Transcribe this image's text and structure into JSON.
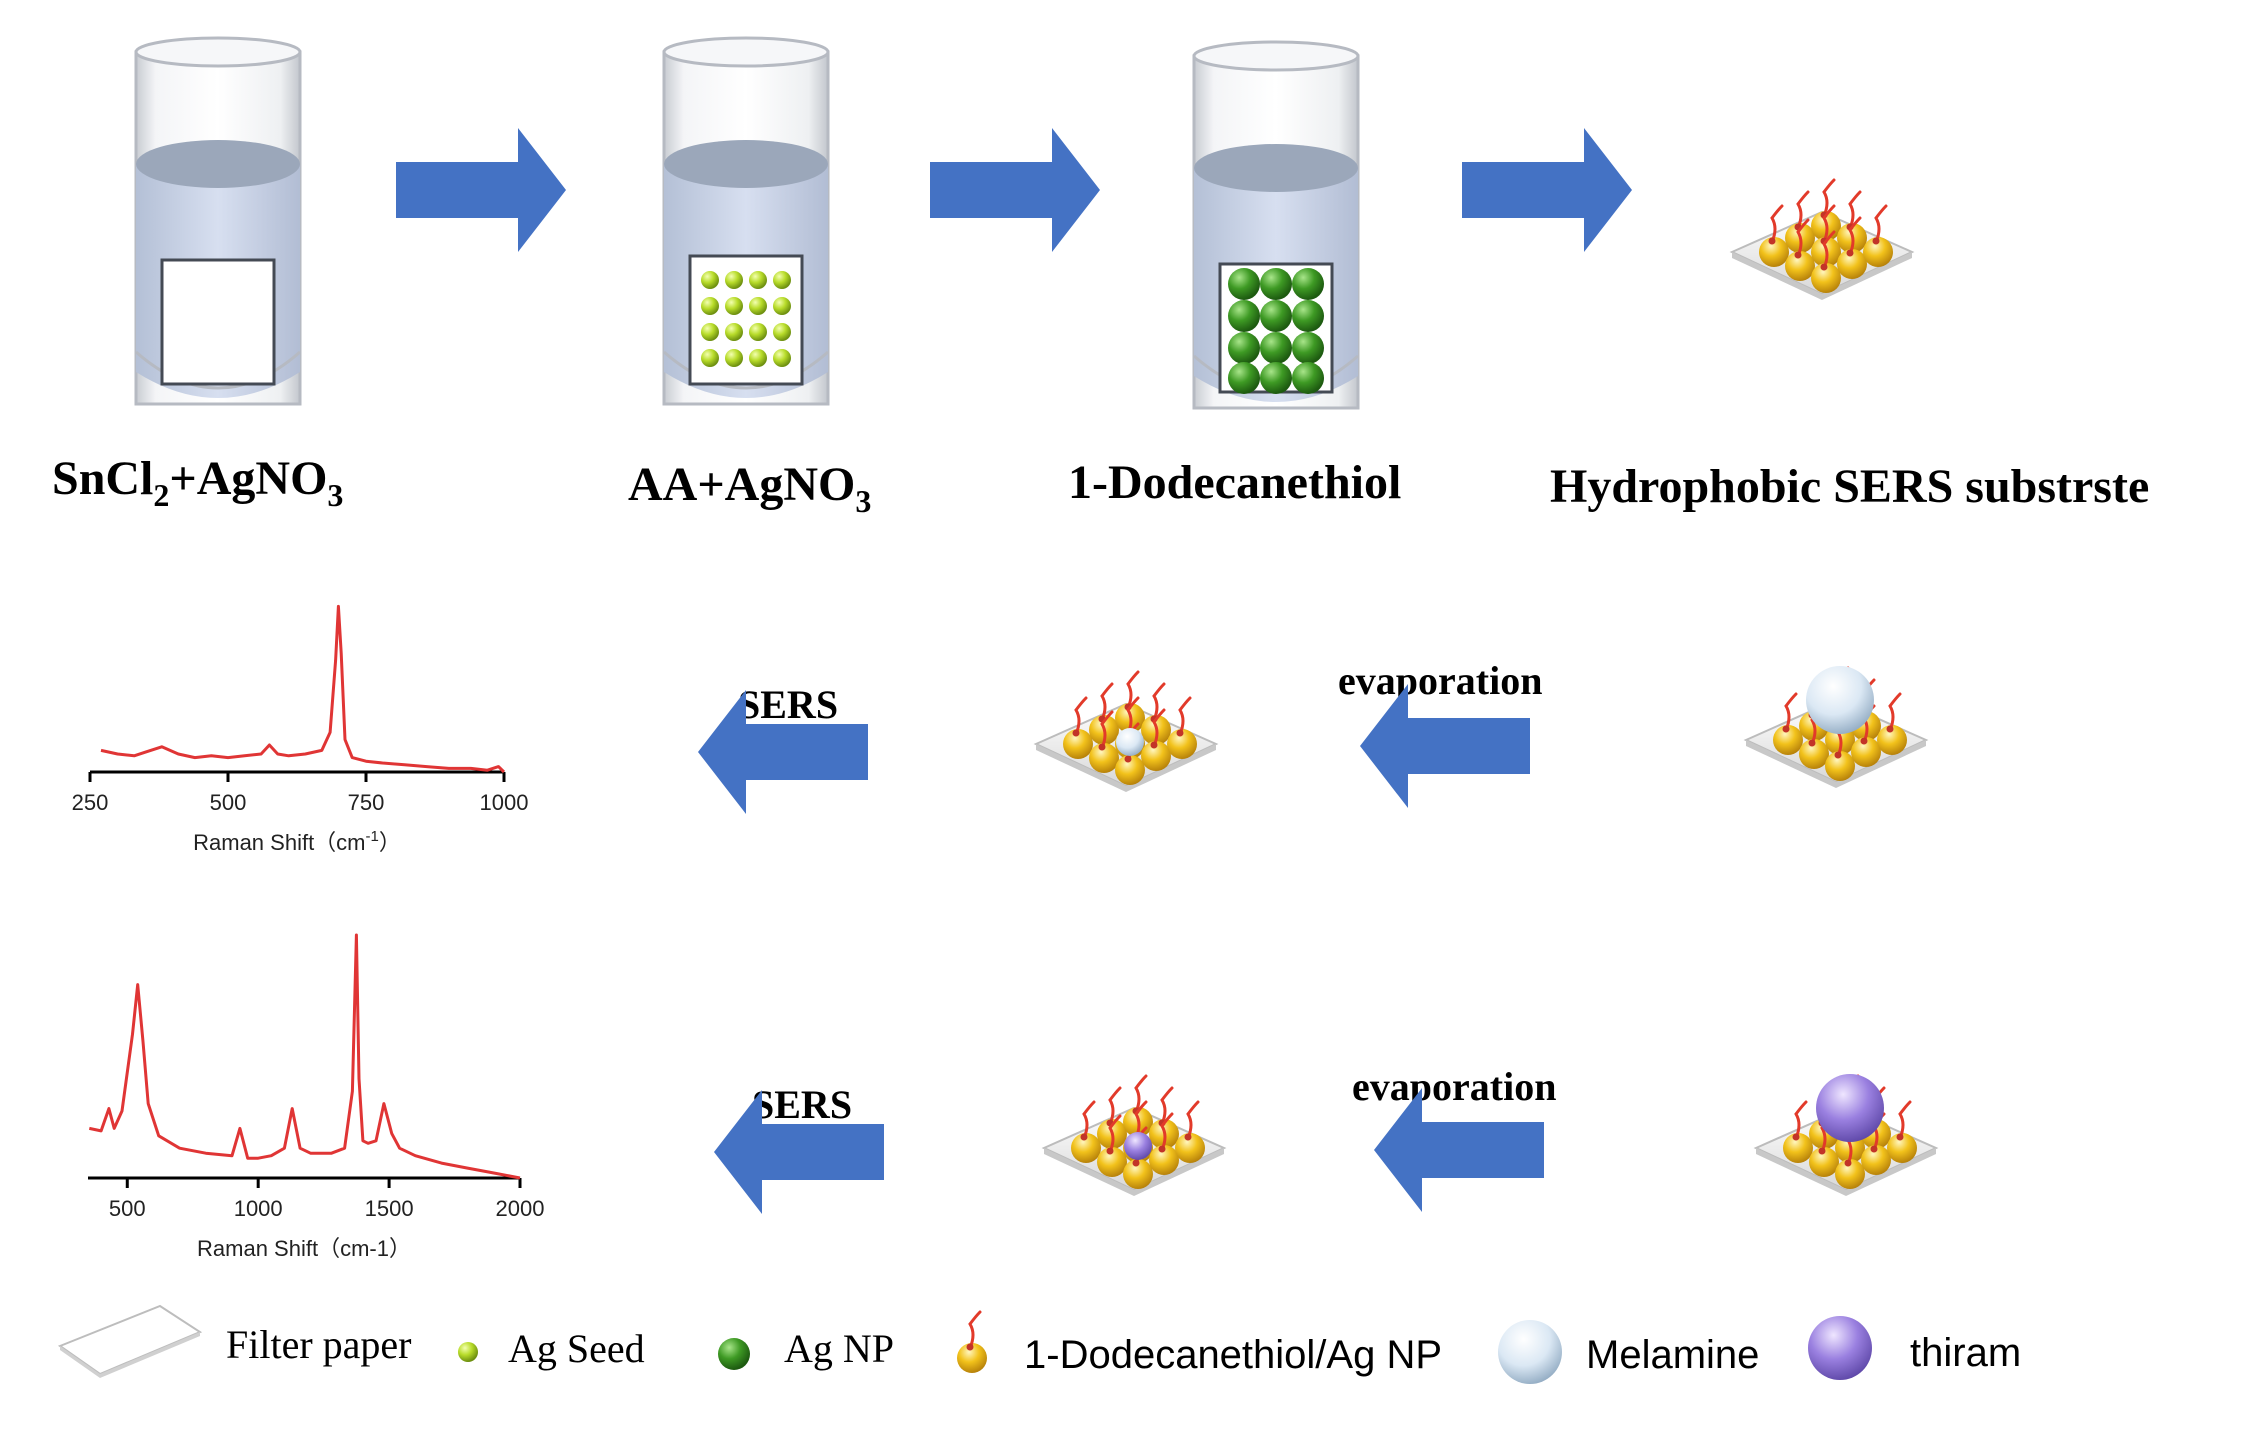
{
  "colors": {
    "arrow": "#4472C4",
    "spectrum": "#E03535",
    "ag_seed": "#B8DC2A",
    "ag_np": "#3E9A24",
    "gold": "#F2C21B",
    "thiol_chain": "#E23A2A",
    "melamine": "#D7E6F2",
    "thiram": "#9A80E0",
    "liquid": "#C9D4E8",
    "liquid_top": "#9BA7BA"
  },
  "steps": {
    "step1": {
      "label_main": "SnCl",
      "label_sub1": "2",
      "label_mid": "+AgNO",
      "label_sub2": "3"
    },
    "step2": {
      "label_main": "AA+AgNO",
      "label_sub": "3"
    },
    "step3": {
      "label": "1-Dodecanethiol"
    },
    "step4": {
      "label": "Hydrophobic SERS substrste"
    }
  },
  "row2": {
    "evaporation": "evaporation",
    "sers": "SERS"
  },
  "row3": {
    "evaporation": "evaporation",
    "sers": "SERS"
  },
  "chart_data": [
    {
      "type": "line",
      "x_ticks": [
        250,
        500,
        750,
        1000
      ],
      "xlim": [
        250,
        1000
      ],
      "xlabel_text": "Raman Shift（cm",
      "xlabel_sup": "-1",
      "xlabel_end": "）",
      "series": [
        {
          "x": [
            270,
            300,
            330,
            350,
            380,
            410,
            440,
            470,
            500,
            530,
            560,
            575,
            590,
            610,
            640,
            670,
            685,
            695,
            700,
            705,
            712,
            725,
            750,
            780,
            820,
            860,
            900,
            940,
            970,
            990,
            1000
          ],
          "y": [
            0.12,
            0.1,
            0.09,
            0.11,
            0.14,
            0.1,
            0.08,
            0.09,
            0.08,
            0.09,
            0.1,
            0.15,
            0.1,
            0.09,
            0.1,
            0.12,
            0.22,
            0.62,
            0.92,
            0.66,
            0.18,
            0.08,
            0.06,
            0.05,
            0.04,
            0.03,
            0.02,
            0.02,
            0.01,
            0.03,
            0.0
          ]
        }
      ]
    },
    {
      "type": "line",
      "x_ticks": [
        500,
        1000,
        1500,
        2000
      ],
      "xlim": [
        350,
        2000
      ],
      "xlabel_text": "Raman Shift（cm-1）",
      "series": [
        {
          "x": [
            355,
            400,
            430,
            450,
            480,
            520,
            540,
            560,
            580,
            620,
            700,
            800,
            900,
            930,
            960,
            1000,
            1050,
            1100,
            1130,
            1160,
            1200,
            1280,
            1330,
            1360,
            1375,
            1385,
            1400,
            1420,
            1450,
            1480,
            1510,
            1540,
            1600,
            1700,
            1800,
            1900,
            2000
          ],
          "y": [
            0.2,
            0.19,
            0.28,
            0.2,
            0.27,
            0.58,
            0.78,
            0.55,
            0.3,
            0.17,
            0.12,
            0.1,
            0.09,
            0.2,
            0.08,
            0.08,
            0.09,
            0.12,
            0.28,
            0.12,
            0.1,
            0.1,
            0.12,
            0.35,
            0.98,
            0.4,
            0.15,
            0.14,
            0.15,
            0.3,
            0.18,
            0.12,
            0.09,
            0.06,
            0.04,
            0.02,
            0.0
          ]
        }
      ]
    }
  ],
  "legend": {
    "filter_paper": "Filter paper",
    "ag_seed": "Ag Seed",
    "ag_np": "Ag NP",
    "thiol_ag": "1-Dodecanethiol/Ag NP",
    "melamine": "Melamine",
    "thiram": "thiram"
  }
}
